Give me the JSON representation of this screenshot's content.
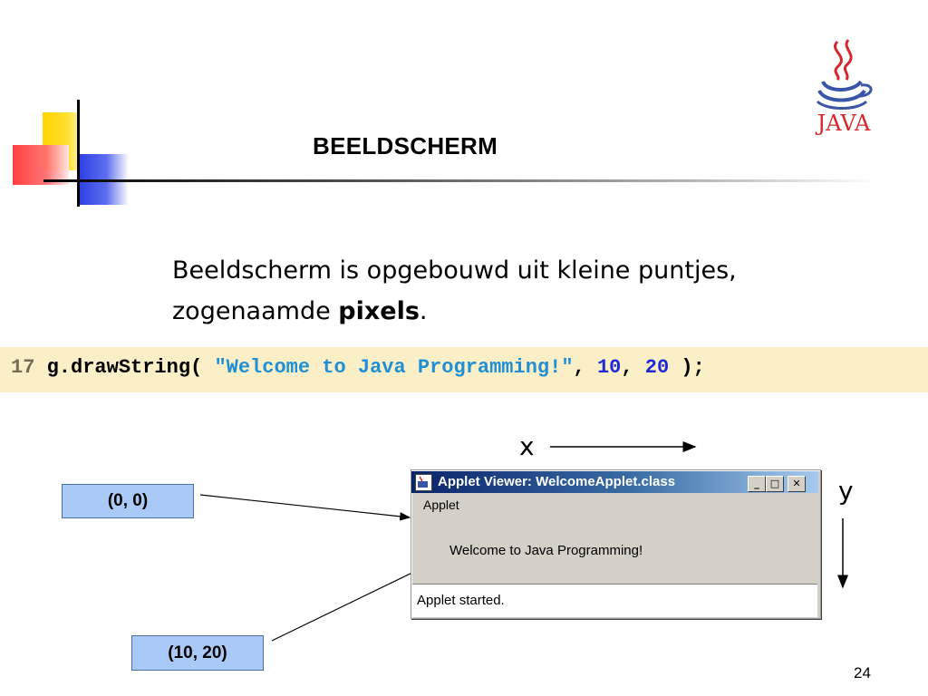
{
  "slide": {
    "title": "BEELDSCHERM",
    "body_line1": "Beeldscherm is opgebouwd uit kleine puntjes,",
    "body_line2_prefix": "zogenaamde ",
    "body_line2_bold": "pixels",
    "body_line2_suffix": ".",
    "page_number": "24"
  },
  "logo": {
    "text": "JAVA"
  },
  "code": {
    "line_number": "17",
    "call": " g.drawString( ",
    "string_literal": "\"Welcome to Java Programming!\"",
    "sep1": ", ",
    "arg_x": "10",
    "sep2": ", ",
    "arg_y": "20",
    "end": " );"
  },
  "diagram": {
    "origin_label": "(0, 0)",
    "point_label": "(10, 20)",
    "x_axis_label": "x",
    "y_axis_label": "y"
  },
  "applet_window": {
    "title": "Applet Viewer: WelcomeApplet.class",
    "menu_item": "Applet",
    "content_text": "Welcome to Java Programming!",
    "status_text": "Applet started.",
    "minimize_symbol": "_",
    "maximize_symbol": "□",
    "close_symbol": "✕"
  },
  "colors": {
    "code_background": "#fbefc8",
    "string_color": "#1f8fd6",
    "number_color": "#1d2ad6",
    "coord_box_fill": "#a9caf6"
  }
}
